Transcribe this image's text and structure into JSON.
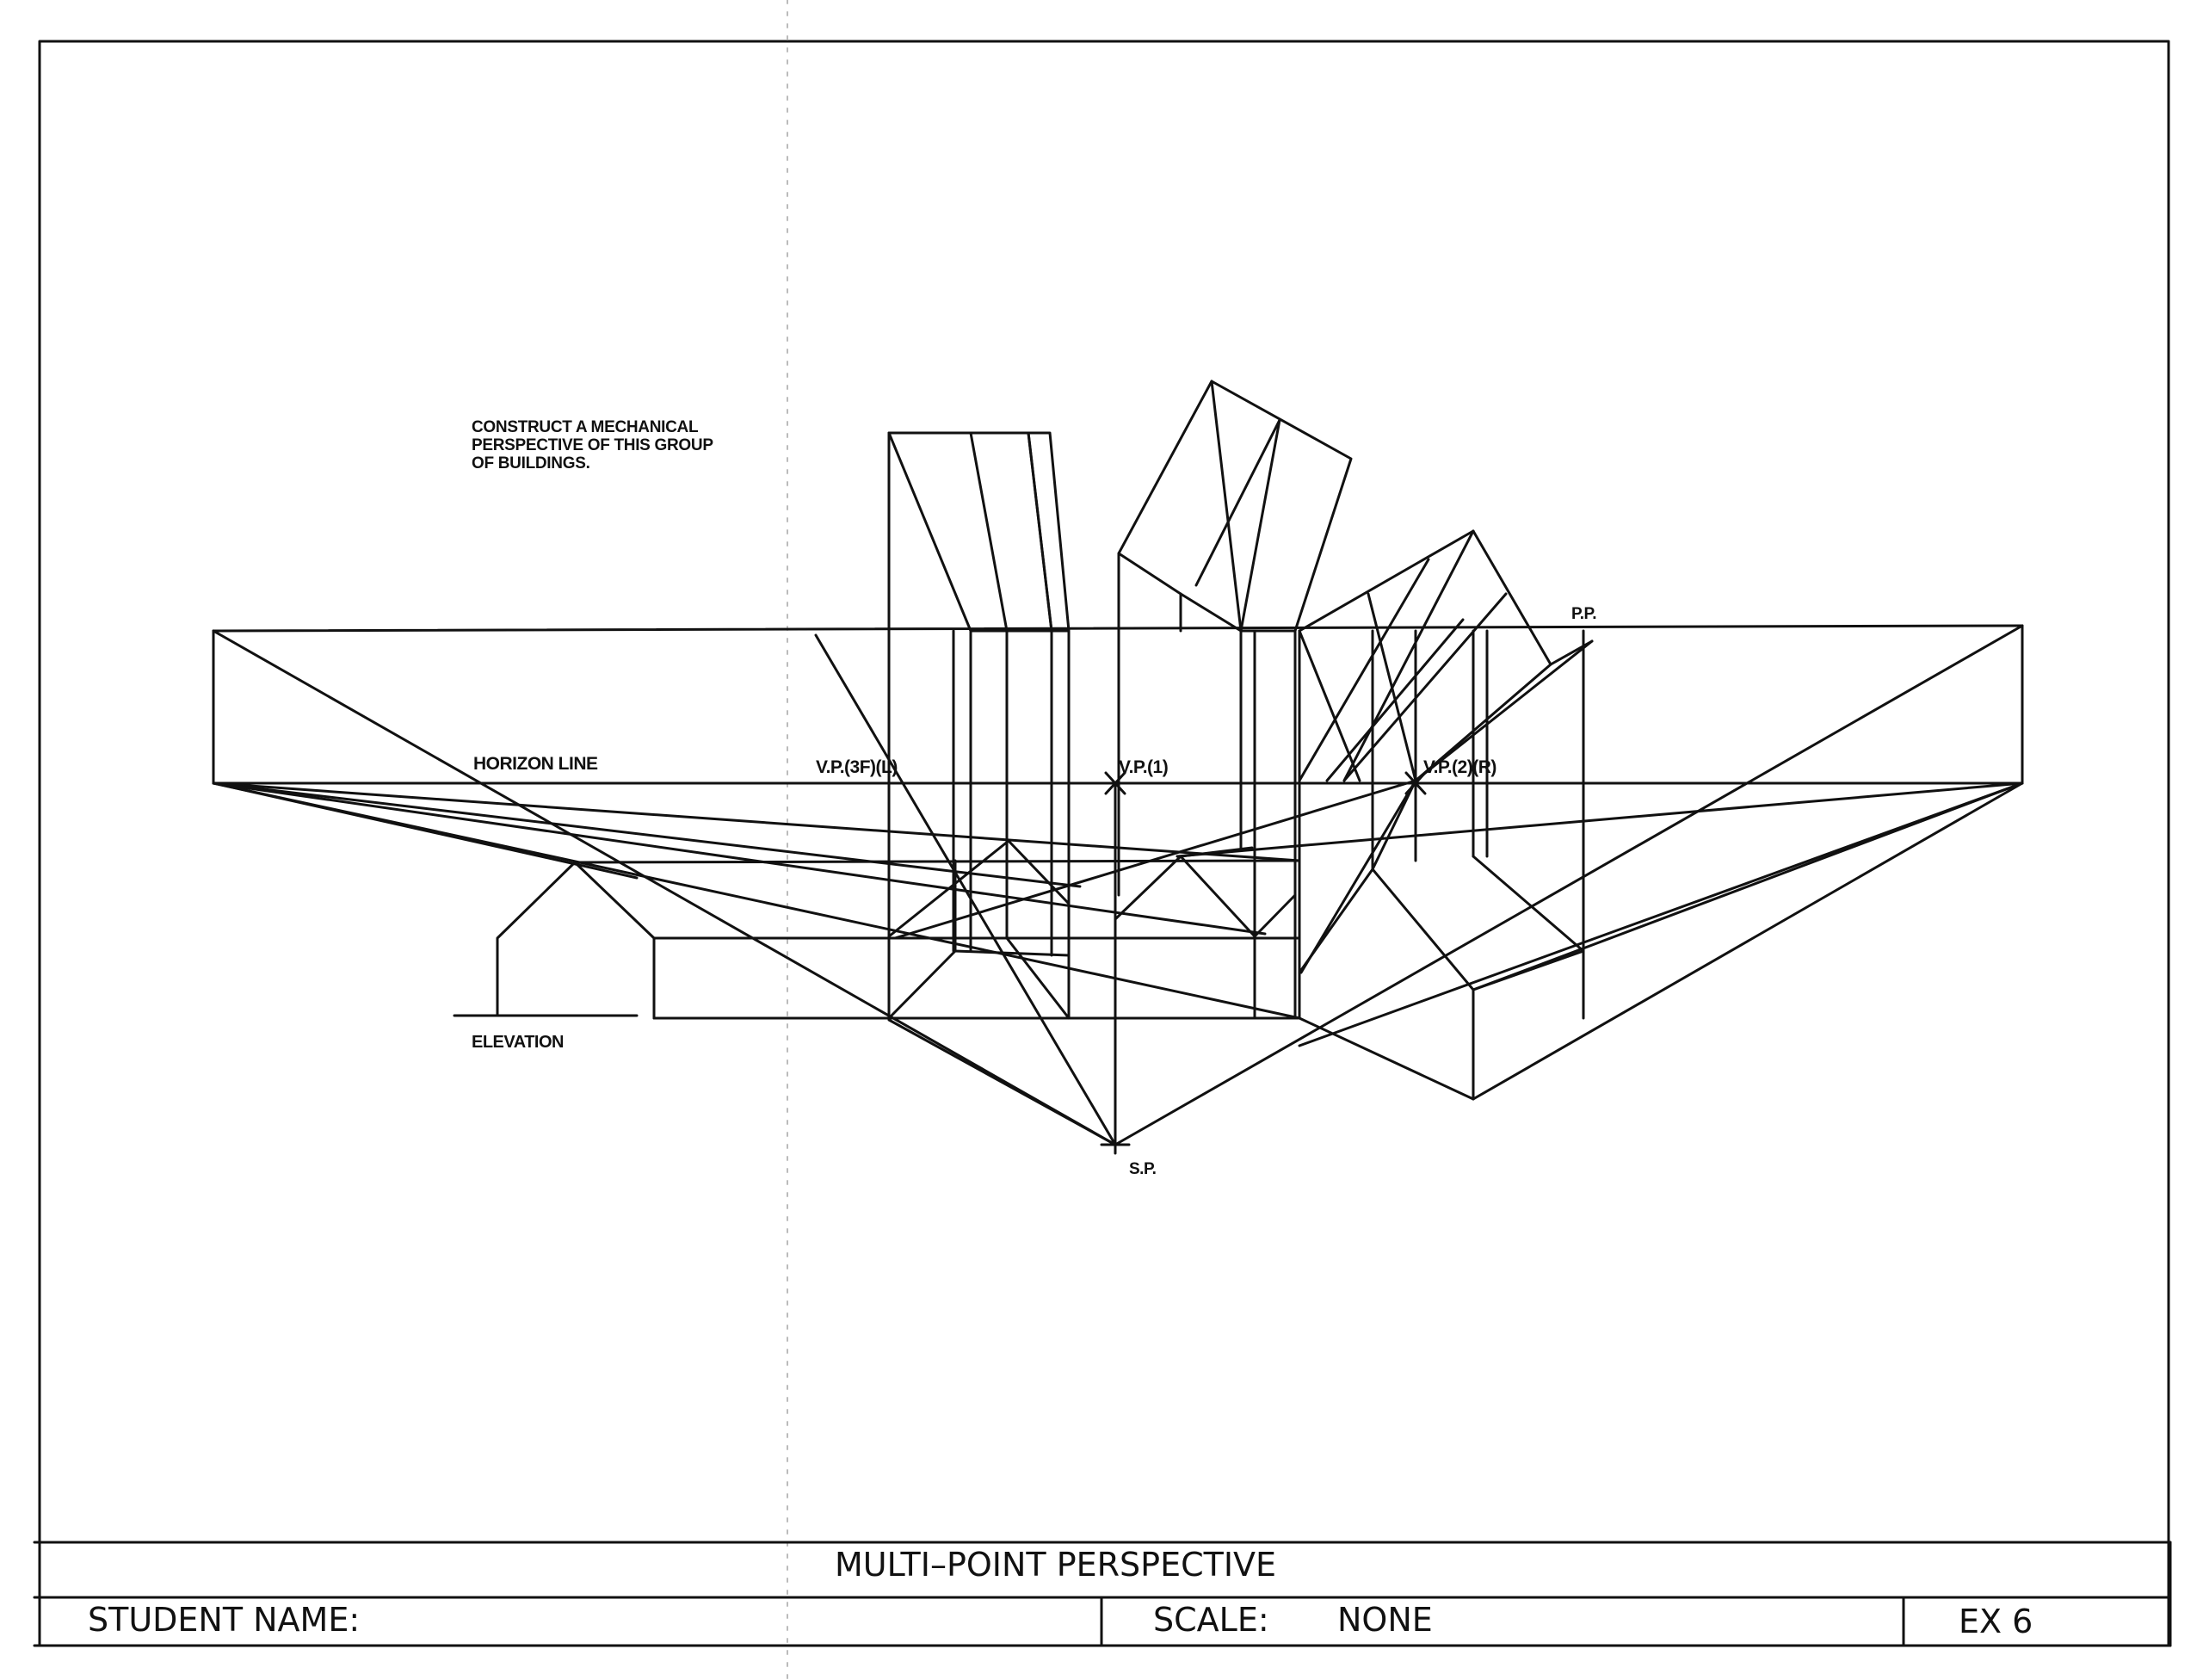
{
  "instructions": [
    "CONSTRUCT A MECHANICAL",
    "PERSPECTIVE OF THIS GROUP",
    "OF BUILDINGS."
  ],
  "labels": {
    "horizon_line": "HORIZON LINE",
    "vp3": "V.P.(3F)(L)",
    "vp1": "V.P.(1)",
    "vp2": "V.P.(2)(R)",
    "picture_plane": "P.P.",
    "elevation": "ELEVATION",
    "station_point": "S.P."
  },
  "title_block": {
    "title": "MULTI–POINT PERSPECTIVE",
    "student_name_label": "STUDENT NAME:",
    "scale_label": "SCALE:",
    "scale_value": "NONE",
    "exercise": "EX 6"
  }
}
